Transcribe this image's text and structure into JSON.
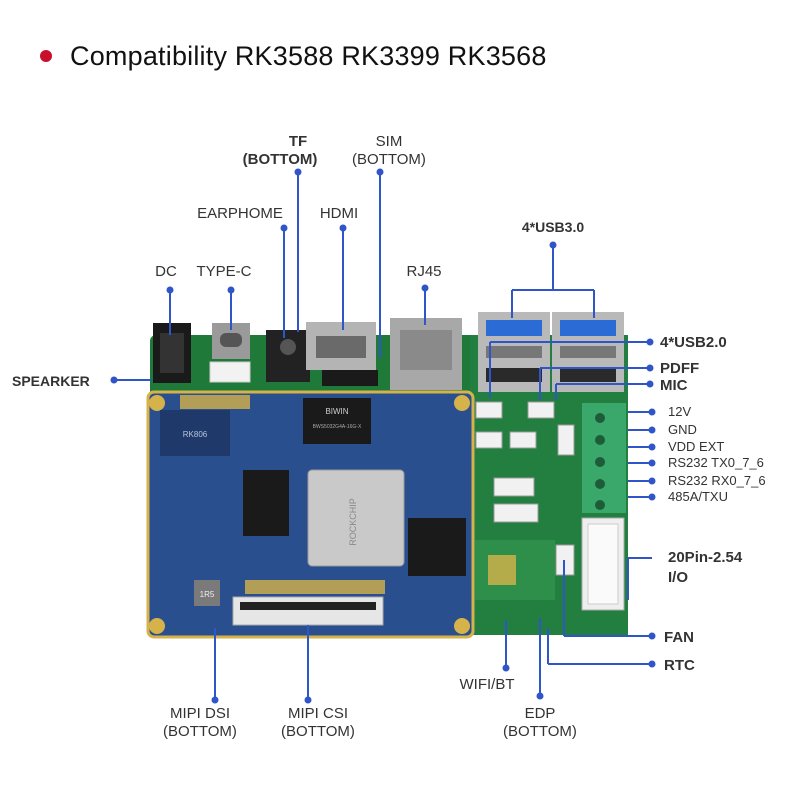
{
  "header": {
    "title": "Compatibility RK3588 RK3399 RK3568",
    "bullet_color": "#c8102e"
  },
  "colors": {
    "pointer": "#2f55c8",
    "pcb_blue": "#2a4f8f",
    "pcb_green": "#1f7a3a",
    "connector_green": "#3aa86a",
    "gold": "#d6b24a"
  },
  "labels": {
    "tf": "TF",
    "tf_sub": "(BOTTOM)",
    "sim": "SIM",
    "sim_sub": "(BOTTOM)",
    "earphome": "EARPHOME",
    "hdmi": "HDMI",
    "dc": "DC",
    "type_c": "TYPE-C",
    "rj45": "RJ45",
    "usb3": "4*USB3.0",
    "usb2": "4*USB2.0",
    "pdff": "PDFF",
    "mic": "MIC",
    "speaker": "SPEARKER",
    "p12v": "12V",
    "gnd": "GND",
    "vdd_ext": "VDD EXT",
    "rs232_tx": "RS232 TX0_7_6",
    "rs232_rx": "RS232 RX0_7_6",
    "rs485": "485A/TXU",
    "pin20": "20Pin-2.54",
    "io": "I/O",
    "fan": "FAN",
    "rtc": "RTC",
    "wifi_bt": "WIFI/BT",
    "mipi_dsi": "MIPI DSI",
    "mipi_dsi_sub": "(BOTTOM)",
    "mipi_csi": "MIPI CSI",
    "mipi_csi_sub": "(BOTTOM)",
    "edp": "EDP",
    "edp_sub": "(BOTTOM)"
  },
  "board_markings": {
    "soc_text": "ROCKCHIP",
    "emmc_text": "BIWIN",
    "emmc_code": "BWS5032G4A-16G-X",
    "pmic_text": "RK806",
    "inductor_text": "1R5"
  }
}
